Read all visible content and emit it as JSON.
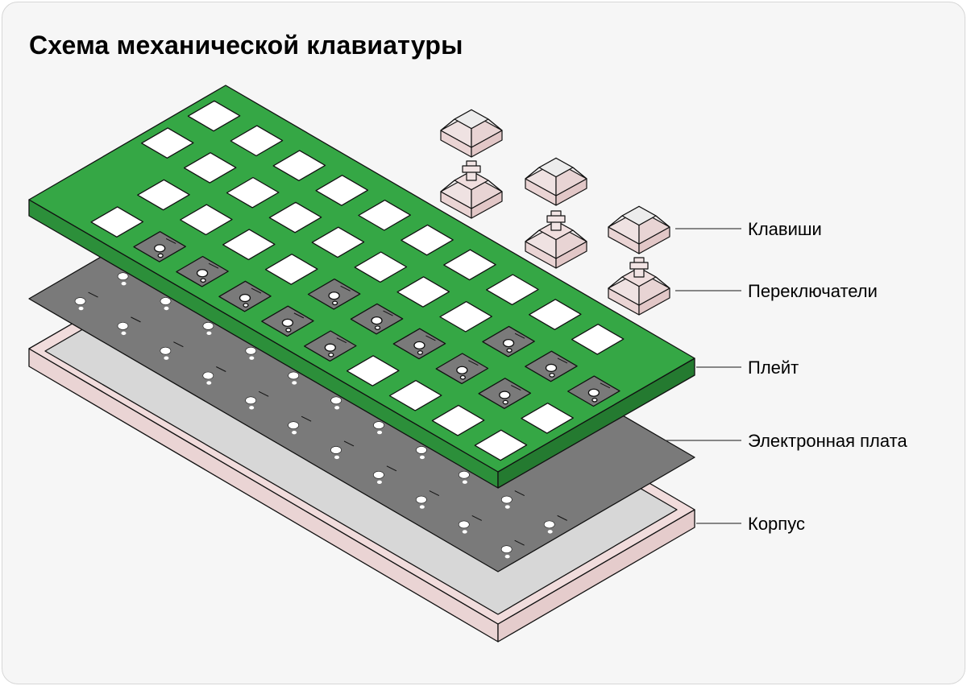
{
  "title": "Схема механической клавиатуры",
  "labels": {
    "keycaps": "Клавиши",
    "switches": "Переключатели",
    "plate": "Плейт",
    "pcb": "Электронная плата",
    "case": "Корпус"
  },
  "colors": {
    "background": "#f6f6f6",
    "plate_top": "#35a745",
    "plate_front": "#2c8f3a",
    "plate_side": "#247a30",
    "pcb": "#7a7a7a",
    "case_rim": "#f1dcdc",
    "case_floor": "#d7d7d7",
    "keycap_top": "#ececec",
    "keycap_side": "#ead4d4",
    "stroke": "#111111"
  }
}
